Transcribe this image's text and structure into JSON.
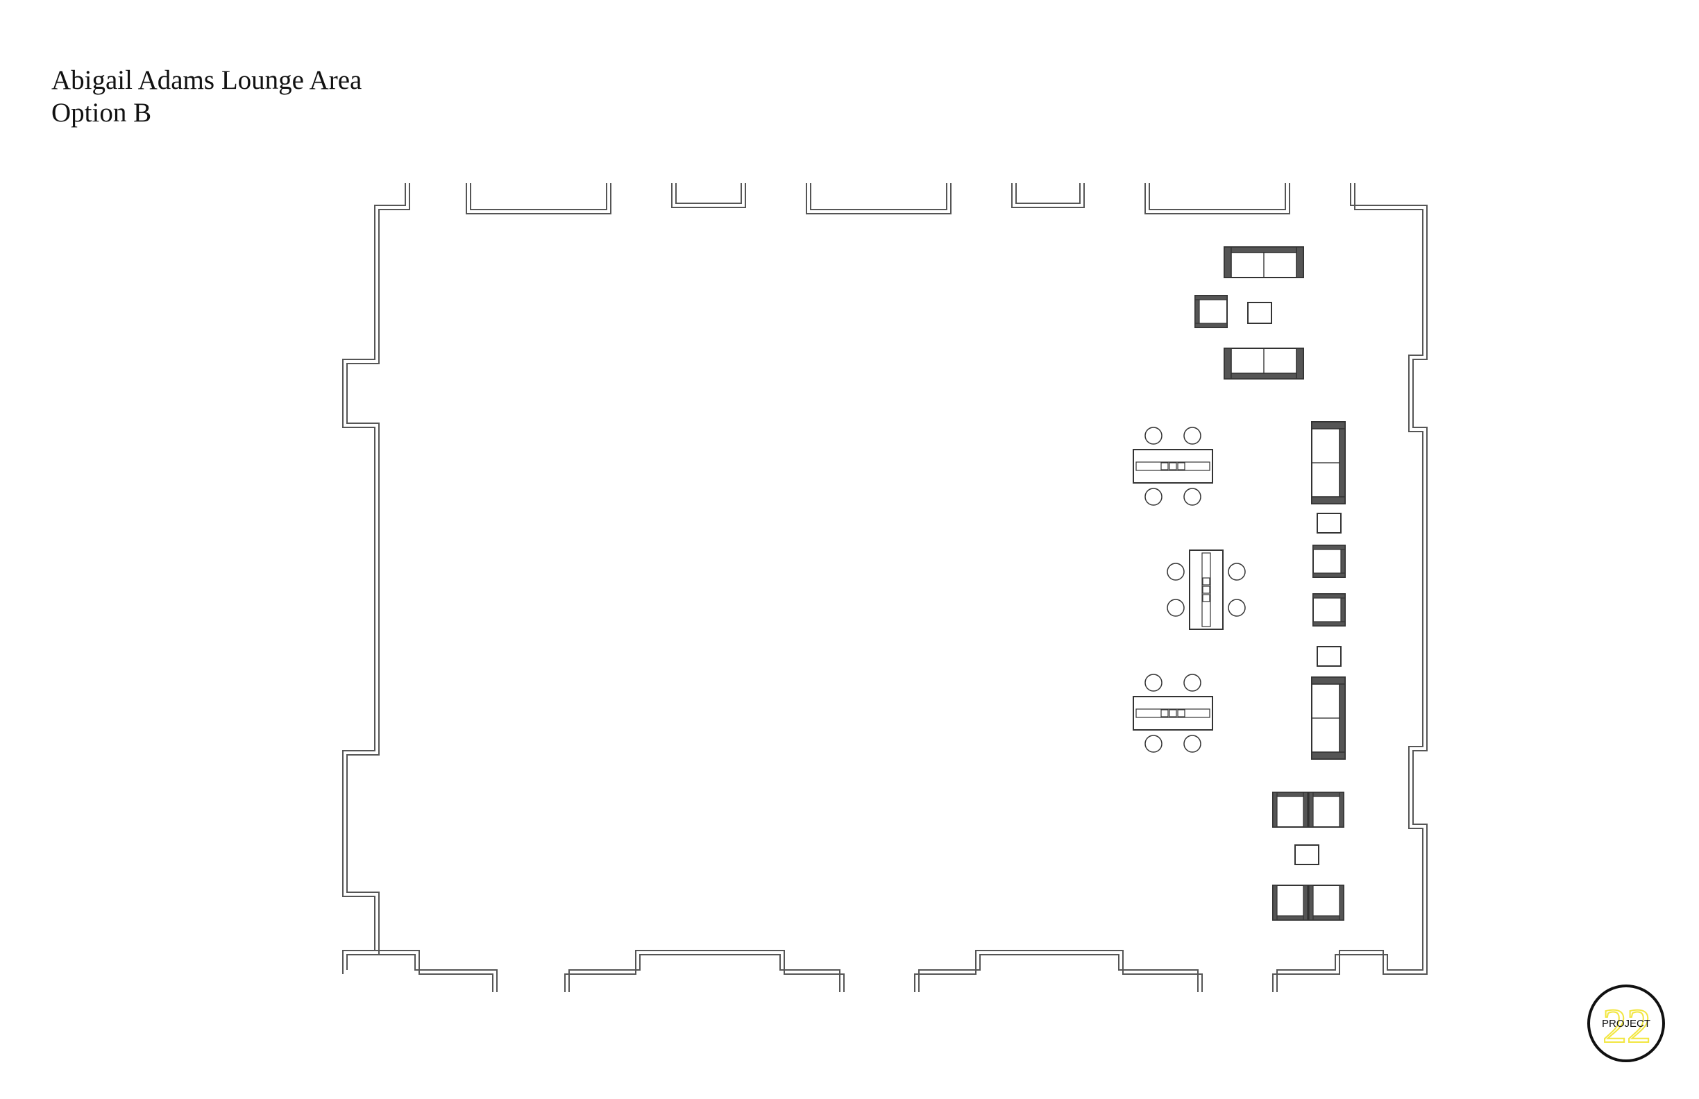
{
  "header": {
    "title": "Abigail Adams Lounge Area",
    "subtitle": "Option B"
  },
  "logo": {
    "text": "PROJECT",
    "numeral": "22",
    "ring_color": "#111111",
    "numeral_color": "#f2e640"
  },
  "colors": {
    "wall": "#555555",
    "furniture": "#333333",
    "furniture_dark": "#555555"
  }
}
